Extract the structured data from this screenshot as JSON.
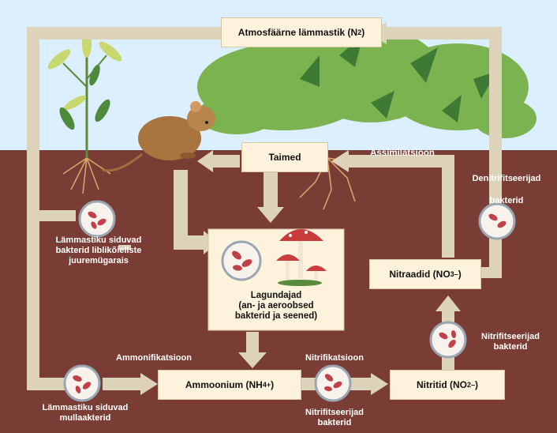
{
  "nodes": {
    "atmosphere": "Atmosfäärne lämmastik (N",
    "atmosphere_sub": "2",
    "atmosphere_close": ")",
    "plants": "Taimed",
    "decomposers": [
      "Lagundajad",
      "(an- ja aeroobsed",
      "bakterid ja seened)"
    ],
    "ammonium": "Ammoonium (NH",
    "ammonium_sub": "4",
    "ammonium_sup": "+",
    "ammonium_close": ")",
    "nitrites": "Nitritid  (NO",
    "nitrites_sub": "2",
    "nitrites_sup": "–",
    "nitrites_close": ")",
    "nitrates": "Nitraadid (NO",
    "nitrates_sub": "3",
    "nitrates_sup": "–",
    "nitrates_close": ")"
  },
  "labels": {
    "assimilation": "Assimilatsioon",
    "denitrifying": [
      "Denitrifitseerijad",
      "bakterid"
    ],
    "legume_bacteria": [
      "Lämmastiku siduvad",
      "bakterid liblikõieliste",
      "juuremügarais"
    ],
    "ammonification": "Ammonifikatsioon",
    "soil_bacteria": [
      "Lämmastiku siduvad",
      "mullaakterid"
    ],
    "nitrification": "Nitrifikatsioon",
    "nitrifying_bottom": [
      "Nitrifitseerijad",
      "bakterid"
    ],
    "nitrifying_right": [
      "Nitrifitseerijad",
      "bakterid"
    ]
  },
  "colors": {
    "sky": "#dcefff",
    "soil": "#7a3d35",
    "arrow": "#ddd2ba",
    "box_fill": "#fdf2dc",
    "bacteria": "#c0414a",
    "foliage": "#7ab34f"
  }
}
